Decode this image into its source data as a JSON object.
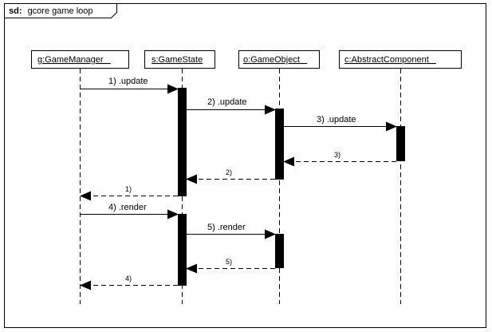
{
  "frame": {
    "kind": "sd:",
    "name": "gcore game  loop"
  },
  "lifelines": [
    {
      "id": "gm",
      "label": "g:GameManager   "
    },
    {
      "id": "gs",
      "label": "s:GameState"
    },
    {
      "id": "go",
      "label": "o:GameObject   "
    },
    {
      "id": "ac",
      "label": "c:AbstractComponent   "
    }
  ],
  "messages": [
    {
      "id": "m1",
      "from": "gm",
      "to": "gs",
      "type": "call",
      "label": "1) .update"
    },
    {
      "id": "m2",
      "from": "gs",
      "to": "go",
      "type": "call",
      "label": "2) .update"
    },
    {
      "id": "m3",
      "from": "go",
      "to": "ac",
      "type": "call",
      "label": "3) .update"
    },
    {
      "id": "r3",
      "from": "ac",
      "to": "go",
      "type": "return",
      "label": "3)"
    },
    {
      "id": "r2",
      "from": "go",
      "to": "gs",
      "type": "return",
      "label": "2)"
    },
    {
      "id": "r1",
      "from": "gs",
      "to": "gm",
      "type": "return",
      "label": "1)"
    },
    {
      "id": "m4",
      "from": "gm",
      "to": "gs",
      "type": "call",
      "label": "4) .render"
    },
    {
      "id": "m5",
      "from": "gs",
      "to": "go",
      "type": "call",
      "label": "5) .render"
    },
    {
      "id": "r5",
      "from": "go",
      "to": "gs",
      "type": "return",
      "label": "5)"
    },
    {
      "id": "r4",
      "from": "gs",
      "to": "gm",
      "type": "return",
      "label": "4)"
    }
  ]
}
